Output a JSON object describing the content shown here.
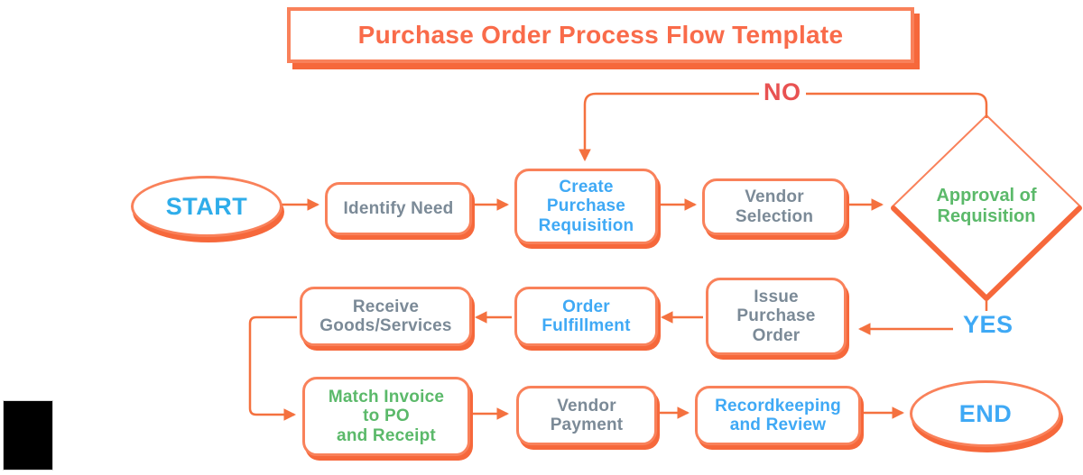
{
  "title": {
    "text": "Purchase Order Process Flow Template"
  },
  "colors": {
    "orange_border": "#f9815a",
    "orange_shadow": "#f6683b",
    "arrow": "#f4713f",
    "title_text": "#f96b4a",
    "red_no": "#e85252",
    "blue": "#3fa9f5",
    "blue_start": "#2fadea",
    "gray": "#7b8a97",
    "green": "#5bb96a",
    "black_box": "#000000"
  },
  "diagram": {
    "nodes": {
      "start": {
        "label": "START",
        "shape": "ellipse",
        "text_color": "blue"
      },
      "identify_need": {
        "label": "Identify Need",
        "shape": "rounded-rect",
        "text_color": "gray"
      },
      "create_purchase_requisition": {
        "label": "Create\nPurchase\nRequisition",
        "shape": "rounded-rect",
        "text_color": "blue"
      },
      "vendor_selection": {
        "label": "Vendor\nSelection",
        "shape": "rounded-rect",
        "text_color": "gray"
      },
      "approval_of_requisition": {
        "label": "Approval of\nRequisition",
        "shape": "diamond",
        "text_color": "green"
      },
      "issue_purchase_order": {
        "label": "Issue\nPurchase\nOrder",
        "shape": "rounded-rect",
        "text_color": "gray"
      },
      "order_fulfillment": {
        "label": "Order\nFulfillment",
        "shape": "rounded-rect",
        "text_color": "blue"
      },
      "receive_goods_services": {
        "label": "Receive\nGoods/Services",
        "shape": "rounded-rect",
        "text_color": "gray"
      },
      "match_invoice_to_po_and_receipt": {
        "label": "Match Invoice\nto PO\nand Receipt",
        "shape": "rounded-rect",
        "text_color": "green"
      },
      "vendor_payment": {
        "label": "Vendor\nPayment",
        "shape": "rounded-rect",
        "text_color": "gray"
      },
      "recordkeeping_and_review": {
        "label": "Recordkeeping\nand Review",
        "shape": "rounded-rect",
        "text_color": "blue"
      },
      "end": {
        "label": "END",
        "shape": "ellipse",
        "text_color": "blue"
      }
    },
    "edge_labels": {
      "no": "NO",
      "yes": "YES"
    },
    "edges": [
      {
        "from": "start",
        "to": "identify_need"
      },
      {
        "from": "identify_need",
        "to": "create_purchase_requisition"
      },
      {
        "from": "create_purchase_requisition",
        "to": "vendor_selection"
      },
      {
        "from": "vendor_selection",
        "to": "approval_of_requisition"
      },
      {
        "from": "approval_of_requisition",
        "to": "create_purchase_requisition",
        "label": "NO"
      },
      {
        "from": "approval_of_requisition",
        "to": "issue_purchase_order",
        "label": "YES"
      },
      {
        "from": "issue_purchase_order",
        "to": "order_fulfillment"
      },
      {
        "from": "order_fulfillment",
        "to": "receive_goods_services"
      },
      {
        "from": "receive_goods_services",
        "to": "match_invoice_to_po_and_receipt"
      },
      {
        "from": "match_invoice_to_po_and_receipt",
        "to": "vendor_payment"
      },
      {
        "from": "vendor_payment",
        "to": "recordkeeping_and_review"
      },
      {
        "from": "recordkeeping_and_review",
        "to": "end"
      }
    ]
  }
}
